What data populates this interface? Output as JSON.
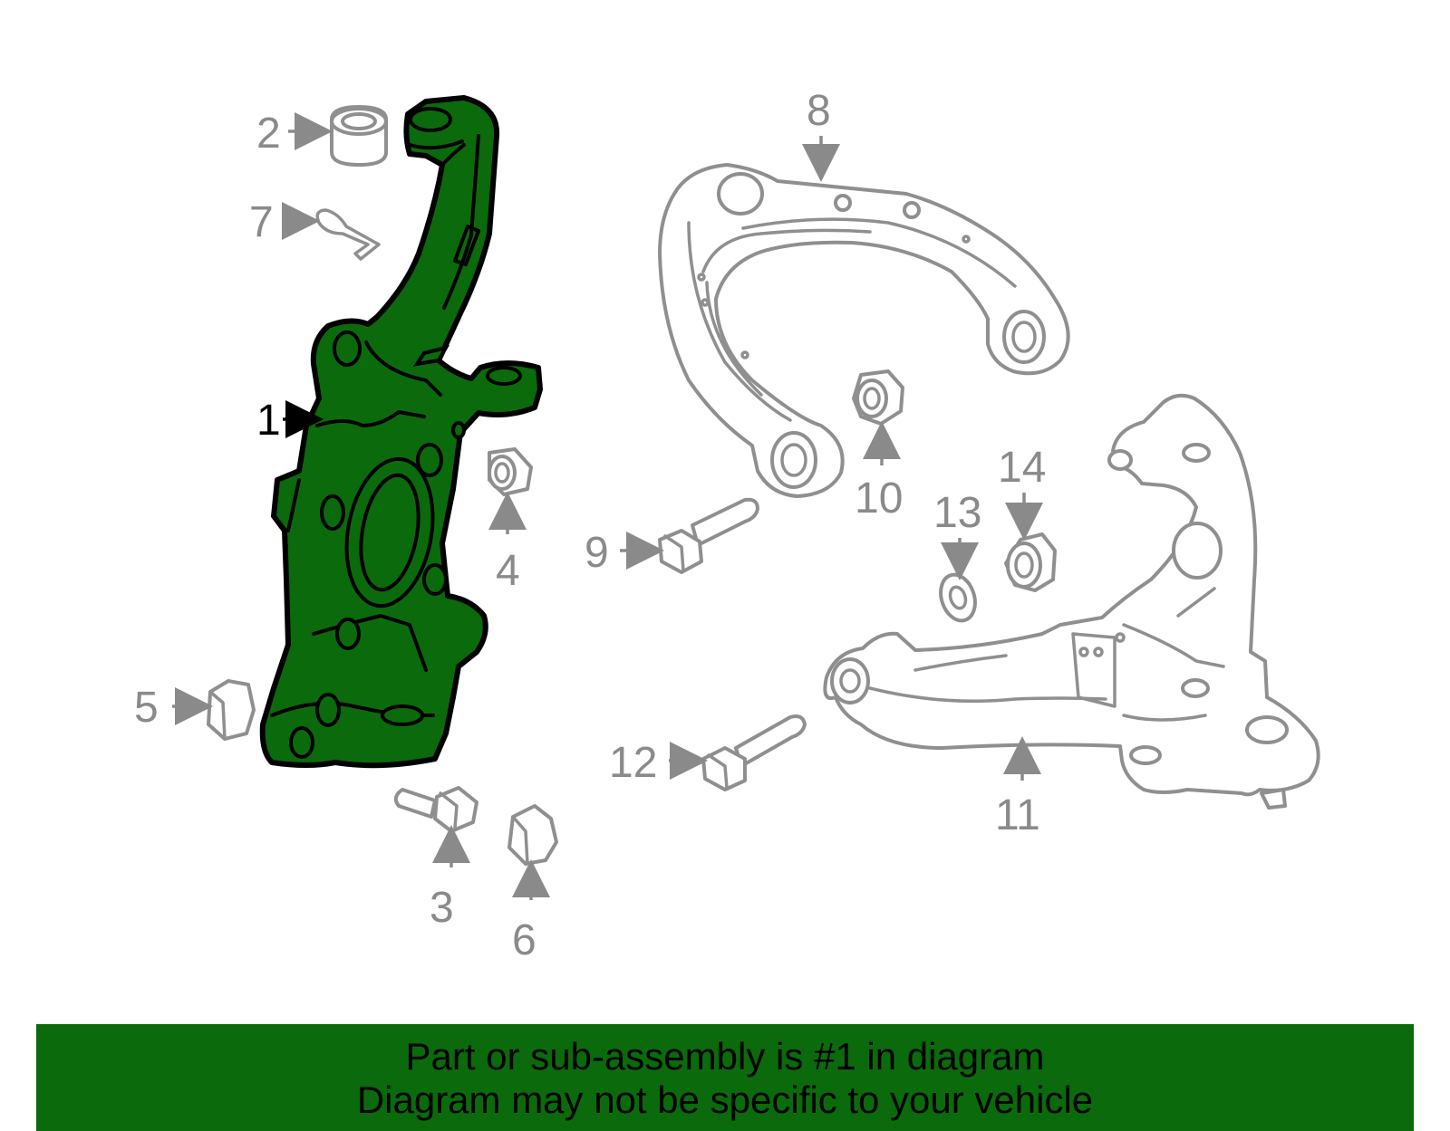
{
  "diagram": {
    "highlight_color": "#0b6a0b",
    "ghost_color": "#8f8f8f",
    "callouts": {
      "c1": "1",
      "c2": "2",
      "c3": "3",
      "c4": "4",
      "c5": "5",
      "c6": "6",
      "c7": "7",
      "c8": "8",
      "c9": "9",
      "c10": "10",
      "c11": "11",
      "c12": "12",
      "c13": "13",
      "c14": "14"
    }
  },
  "banner": {
    "line1": "Part or sub-assembly is #1 in diagram",
    "line2": "Diagram may not be specific to your vehicle"
  }
}
